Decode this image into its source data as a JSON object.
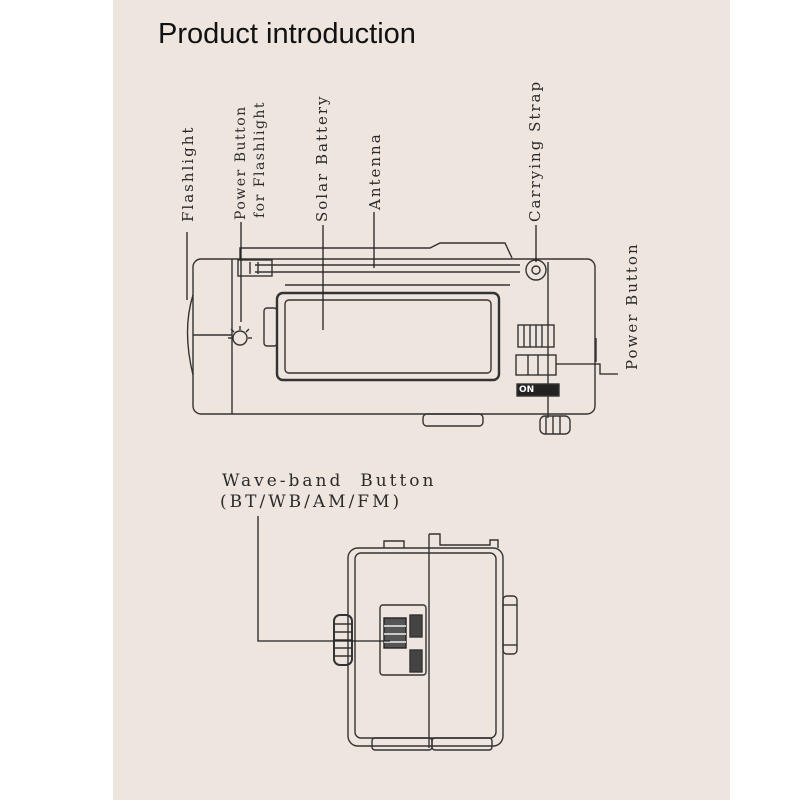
{
  "title": "Product introduction",
  "top_labels": {
    "flashlight": "Flashlight",
    "power_flash_1": "Power Button",
    "power_flash_2": "for Flashlight",
    "solar": "Solar Battery",
    "antenna": "Antenna",
    "strap": "Carrying Strap",
    "power": "Power Button",
    "on_marking": "ON"
  },
  "wave_band": {
    "line1": "Wave-band  Button",
    "line2": "(BT/WB/AM/FM)"
  }
}
